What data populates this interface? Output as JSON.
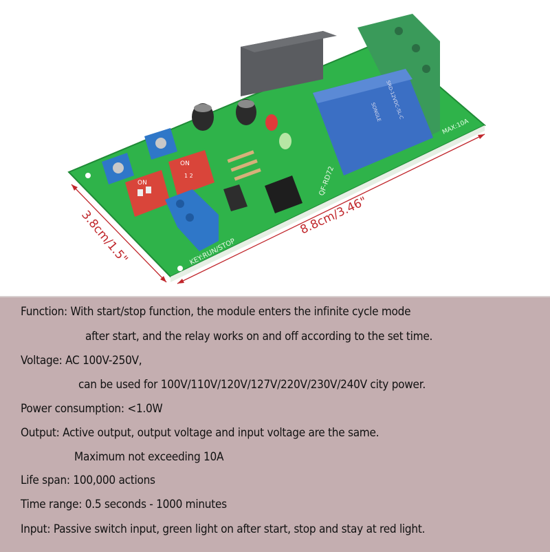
{
  "product_image": {
    "dimension_width_label": "3.8cm/1.5\"",
    "dimension_length_label": "8.8cm/3.46\"",
    "board_labels": {
      "key": "KEY:RUN/STOP",
      "dip_on": "ON",
      "dip_numbers": "1 2",
      "model": "QF-RD72",
      "relay_brand": "SONGLE",
      "relay_model": "SRD-12VDC-SL-C",
      "max_current": "MAX:10A"
    },
    "colors": {
      "pcb": "#2fb34a",
      "relay": "#3b6fc4",
      "terminal_green": "#3a9a5a",
      "terminal_blue": "#2f77c8",
      "dip_switch": "#d9453a",
      "capacitor": "#5a5c60",
      "dimension": "#c0262b"
    }
  },
  "specs": {
    "lines": [
      "Function: With start/stop function, the module enters the infinite cycle mode",
      "after start, and the relay works on and off according to the set time.",
      "Voltage: AC 100V-250V,",
      "can be used for 100V/110V/120V/127V/220V/230V/240V city power.",
      "Power consumption: <1.0W",
      "Output: Active output, output voltage and input voltage are the same.",
      "Maximum not exceeding 10A",
      "Life span: 100,000 actions",
      "Time range: 0.5 seconds - 1000 minutes",
      "Input: Passive switch input, green light on after start, stop and stay at red light."
    ]
  }
}
